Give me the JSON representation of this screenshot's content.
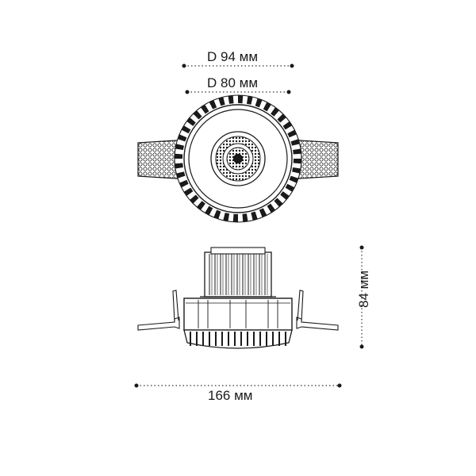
{
  "dimensions": {
    "outer_diameter": "D 94 мм",
    "inner_diameter": "D 80 мм",
    "width": "166 мм",
    "height": "84 мм"
  },
  "colors": {
    "line": "#1a1a1a",
    "dotted": "#333333",
    "background": "#ffffff"
  }
}
